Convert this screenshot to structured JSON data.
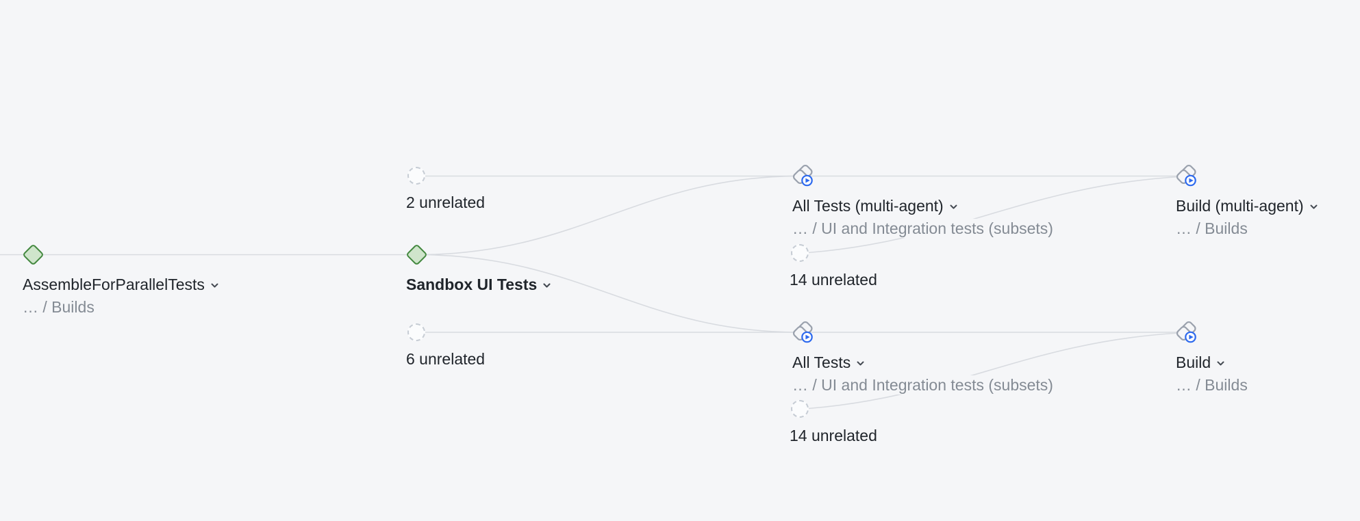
{
  "graph": {
    "nodes": {
      "assemble": {
        "title": "AssembleForParallelTests",
        "subtitle": "… / Builds",
        "icon": "green-diamond-build-icon"
      },
      "sandbox": {
        "title": "Sandbox UI Tests",
        "icon": "green-diamond-build-icon"
      },
      "unrelated_2": {
        "title": "2 unrelated",
        "icon": "dashed-circle-icon"
      },
      "unrelated_6": {
        "title": "6 unrelated",
        "icon": "dashed-circle-icon"
      },
      "all_tests_multi": {
        "title": "All Tests (multi-agent)",
        "subtitle": "… / UI and Integration tests (subsets)",
        "icon": "test-action-icon"
      },
      "unrelated_14_top": {
        "title": "14 unrelated",
        "icon": "dashed-circle-icon"
      },
      "build_multi": {
        "title": "Build (multi-agent)",
        "subtitle": "… / Builds",
        "icon": "test-action-icon"
      },
      "all_tests": {
        "title": "All Tests",
        "subtitle": "… / UI and Integration tests (subsets)",
        "icon": "test-action-icon"
      },
      "unrelated_14_bottom": {
        "title": "14 unrelated",
        "icon": "dashed-circle-icon"
      },
      "build": {
        "title": "Build",
        "subtitle": "… / Builds",
        "icon": "test-action-icon"
      }
    },
    "colors": {
      "background": "#f5f6f8",
      "edge_line": "#d8dbe0",
      "title_text": "#20252b",
      "subtitle_text": "#848b94",
      "success_green_fill": "#cfe5cb",
      "success_green_stroke": "#43883f",
      "action_blue": "#2c69ee",
      "icon_outline_gray": "#9aa1ad",
      "dashed_circle_gray": "#c6ccd4"
    }
  }
}
